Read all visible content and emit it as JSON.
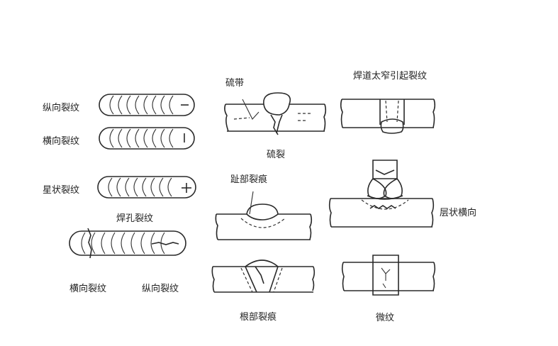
{
  "labels": {
    "longitudinal_crack": "纵向裂纹",
    "transverse_crack": "横向裂纹",
    "star_crack": "星状裂纹",
    "weld_hole_crack": "焊孔裂纹",
    "transverse_crack_bottom": "横向裂纹",
    "longitudinal_crack_bottom": "纵向裂纹",
    "sulfur_band": "硫带",
    "sulfur_crack": "硫裂",
    "toe_crack": "趾部裂痕",
    "root_crack": "根部裂痕",
    "narrow_weld_crack": "焊道太窄引起裂纹",
    "layered_transverse": "层状横向",
    "micro_crack": "微纹"
  }
}
